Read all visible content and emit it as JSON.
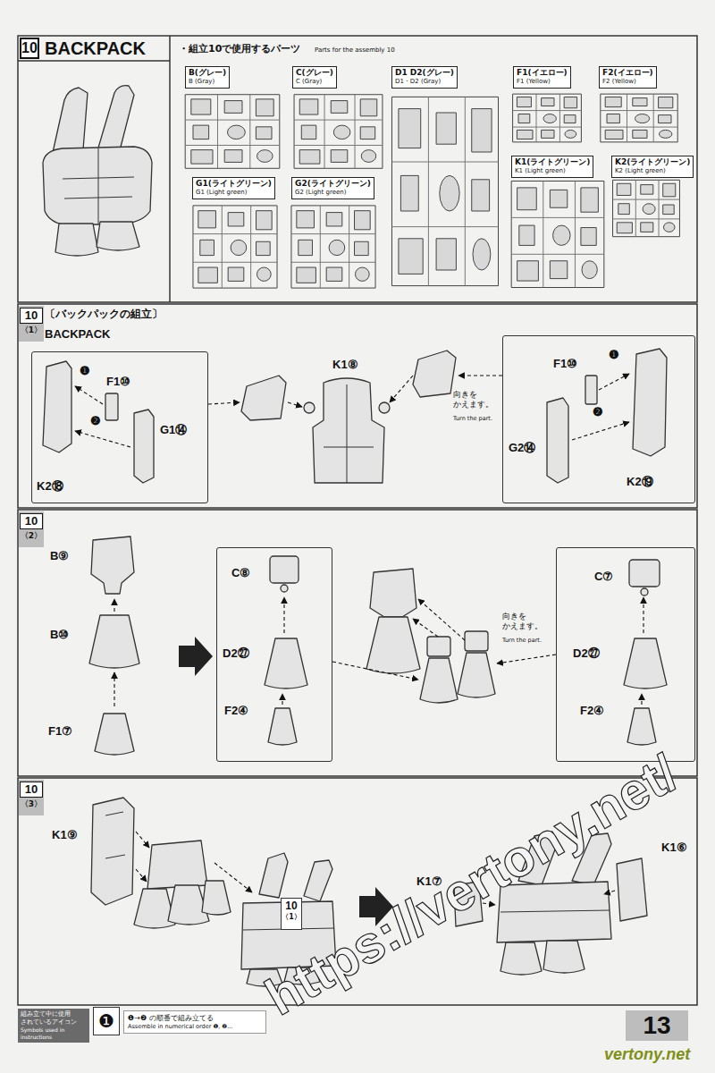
{
  "diagram": {
    "title": "BACKPACK",
    "nodes": [
      {
        "text": [
          "10"
        ]
      },
      {
        "text": [
          "・組立10で使用するパーツ",
          "Parts for the assembly 10"
        ]
      },
      {
        "text": [
          "B(グレー)",
          "B (Gray)"
        ],
        "in": 1
      },
      {
        "text": [
          "C(グレー)",
          "C (Gray)"
        ],
        "in": 1
      },
      {
        "text": [
          "D1 D2(グレー)",
          "D1・D2 (Gray)"
        ],
        "in": 1
      },
      {
        "text": [
          "F1(イエロー)",
          "F1 (Yellow)"
        ],
        "in": 1
      },
      {
        "text": [
          "F2(イエロー)",
          "F2 (Yellow)"
        ],
        "in": 1
      },
      {
        "text": [
          "G1(ライトグリーン)",
          "G1 (Light green)"
        ],
        "in": 1
      },
      {
        "text": [
          "G2(ライトグリーン)",
          "G2 (Light green)"
        ],
        "in": 1
      },
      {
        "text": [
          "K1(ライトグリーン)",
          "K1 (Light green)"
        ],
        "in": 1
      },
      {
        "text": [
          "K2(ライトグリーン)",
          "K2 (Light green)"
        ],
        "in": 1
      },
      {
        "text": [
          "10",
          "〈1〉"
        ]
      },
      {
        "text": [
          "❶",
          "F1⑩",
          "❷",
          "G1⑭",
          "K2⑱"
        ]
      },
      {
        "text": [
          "❶",
          "F1⑩",
          "❷",
          "G2⑭",
          "K2⑲"
        ]
      },
      {
        "text": [
          "10",
          "〈2〉"
        ]
      },
      {
        "text": [
          "C⑧",
          "D2㉗",
          "F2④"
        ]
      },
      {
        "text": [
          "C⑦",
          "D2㉗",
          "F2④"
        ]
      },
      {
        "text": [
          "10",
          "〈3〉"
        ]
      },
      {
        "text": [
          "10",
          "〈1〉"
        ]
      },
      {
        "text": [
          "組み立て中に使用 されているアイコン",
          "Symbols used in instructions"
        ]
      },
      {
        "text": [
          "❶"
        ]
      },
      {
        "text": [
          "❶→❷ の順番で組み立てる",
          "Assemble in numerical order ❶, ❷..."
        ]
      },
      {
        "text": [
          "13"
        ]
      }
    ],
    "labels": [
      "〔バックパックの組立〕",
      "BACKPACK",
      "K1⑧",
      "向きを かえます。",
      "Turn the part.",
      "B⑨",
      "B⑩",
      "F1⑦",
      "向きを かえます。",
      "Turn the part.",
      "K1⑨",
      "K1⑦",
      "K1⑥",
      "https://vertony.net/",
      "vertony.net"
    ]
  }
}
